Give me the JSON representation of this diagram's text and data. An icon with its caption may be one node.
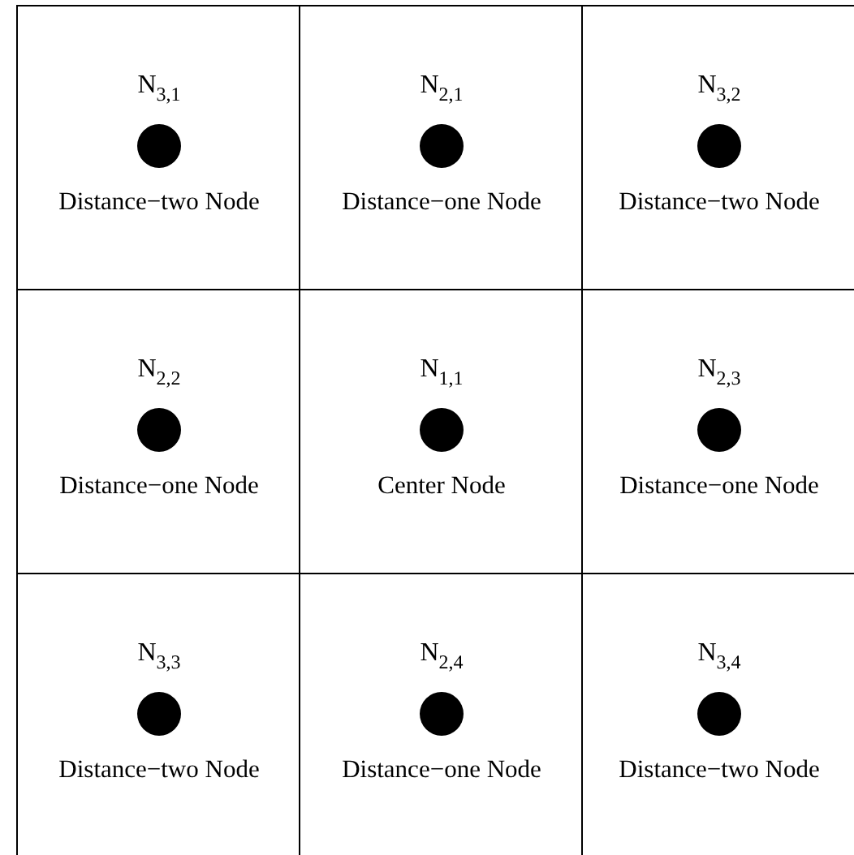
{
  "diagram": {
    "nodes": [
      {
        "text": [
          "N$_{3,1}$",
          "Distance−two Node"
        ]
      },
      {
        "text": [
          "N$_{2,1}$",
          "Distance−one Node"
        ]
      },
      {
        "text": [
          "N$_{3,2}$",
          "Distance−two Node"
        ]
      },
      {
        "text": [
          "N$_{2,2}$",
          "Distance−one Node"
        ]
      },
      {
        "text": [
          "N$_{1,1}$",
          "Center Node"
        ]
      },
      {
        "text": [
          "N$_{2,3}$",
          "Distance−one Node"
        ]
      },
      {
        "text": [
          "N$_{3,3}$",
          "Distance−two Node"
        ]
      },
      {
        "text": [
          "N$_{2,4}$",
          "Distance−one Node"
        ]
      },
      {
        "text": [
          "N$_{3,4}$",
          "Distance−two Node"
        ]
      }
    ]
  }
}
